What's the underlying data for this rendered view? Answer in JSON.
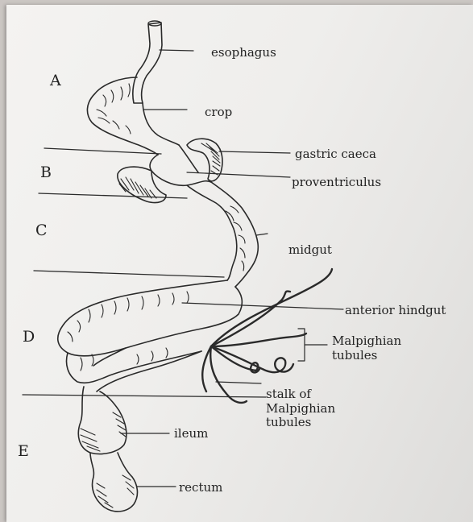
{
  "sections": [
    "A",
    "B",
    "C",
    "D",
    "E"
  ],
  "labels": {
    "esophagus": "esophagus",
    "crop": "crop",
    "gastric_caeca": "gastric caeca",
    "proventriculus": "proventriculus",
    "midgut": "midgut",
    "anterior_hindgut": "anterior hindgut",
    "malpighian_1": "Malpighian",
    "malpighian_2": "tubules",
    "stalk_1": "stalk of",
    "stalk_2": "Malpighian",
    "stalk_3": "tubules",
    "ileum": "ileum",
    "rectum": "rectum"
  },
  "colors": {
    "ink": "#2a2a2a",
    "paper": "#f1f0ee",
    "background": "#cbc6c3"
  }
}
